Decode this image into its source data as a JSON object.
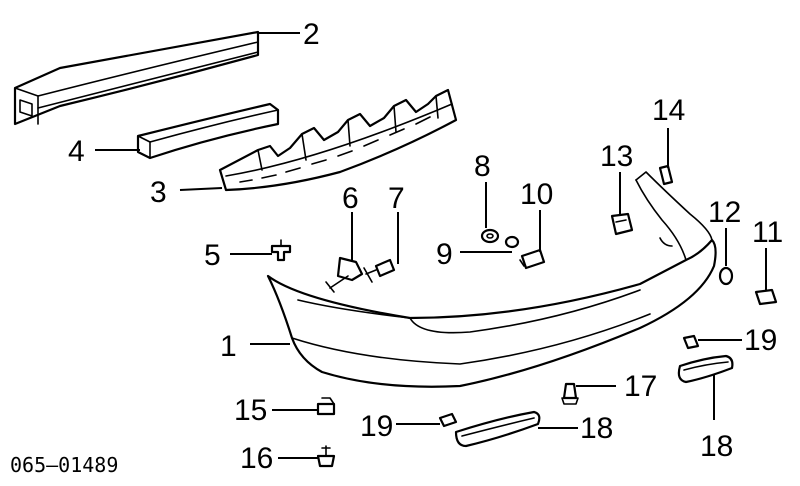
{
  "diagram_code": "065—01489",
  "callouts": {
    "c1": "1",
    "c2": "2",
    "c3": "3",
    "c4": "4",
    "c5": "5",
    "c6": "6",
    "c7": "7",
    "c8": "8",
    "c9": "9",
    "c10": "10",
    "c11": "11",
    "c12": "12",
    "c13": "13",
    "c14": "14",
    "c15": "15",
    "c16": "16",
    "c17": "17",
    "c18a": "18",
    "c18b": "18",
    "c19a": "19",
    "c19b": "19"
  },
  "colors": {
    "line": "#000000",
    "background": "#ffffff"
  }
}
